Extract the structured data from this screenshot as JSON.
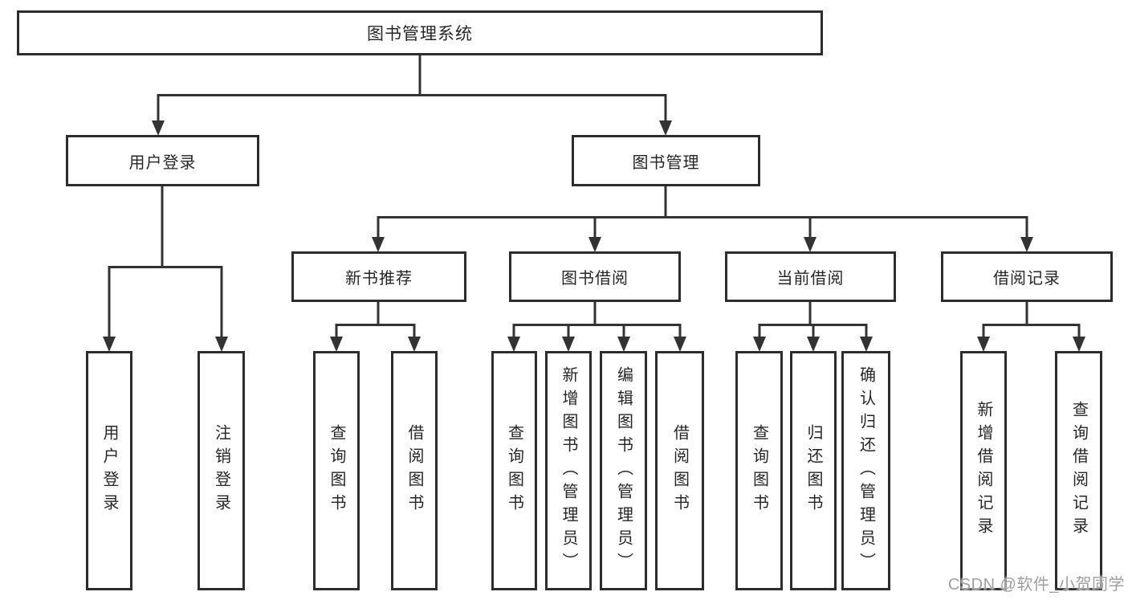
{
  "nodes": {
    "root": "图书管理系统",
    "level2": {
      "user_login": "用户登录",
      "book_mgmt": "图书管理"
    },
    "level3": {
      "new_book_rec": "新书推荐",
      "book_borrow": "图书借阅",
      "current_borrow": "当前借阅",
      "borrow_records": "借阅记录"
    },
    "leaves": {
      "user_login": "用户登录",
      "logout": "注销登录",
      "rec_query_books": "查询图书",
      "rec_borrow_books": "借阅图书",
      "bor_query_books": "查询图书",
      "bor_add_books": "新增图书（管理员）",
      "bor_edit_books": "编辑图书（管理员）",
      "bor_borrow_books": "借阅图书",
      "cur_query_books": "查询图书",
      "cur_return_books": "归还图书",
      "cur_confirm_return": "确认归还（管理员）",
      "rcd_add_record": "新增借阅记录",
      "rcd_query_record": "查询借阅记录"
    }
  },
  "watermark": "CSDN @软件_小贺同学",
  "colors": {
    "line": "#333333",
    "box_border": "#2d2d2d",
    "text": "#262626",
    "watermark": "#9e9e9e",
    "background": "#ffffff"
  }
}
